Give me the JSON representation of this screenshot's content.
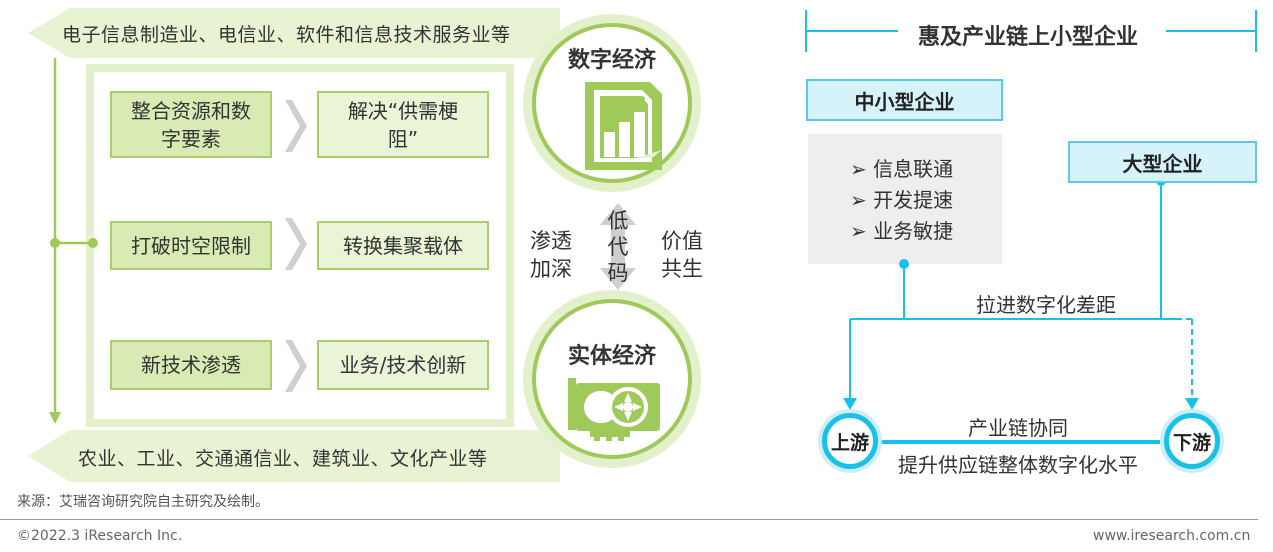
{
  "left": {
    "top_banner": "电子信息制造业、电信业、软件和信息技术服务业等",
    "bottom_banner": "农业、工业、交通通信业、建筑业、文化产业等",
    "rows": [
      {
        "from": "整合资源和数\n字要素",
        "to": "解决“供需梗\n阻”"
      },
      {
        "from": "打破时空限制",
        "to": "转换集聚载体"
      },
      {
        "from": "新技术渗透",
        "to": "业务/技术创新"
      }
    ],
    "digital_economy": {
      "title": "数字经济",
      "chart_numbers": [
        "1",
        "2",
        "3"
      ]
    },
    "real_economy": {
      "title": "实体经济"
    },
    "middle": {
      "left": "渗透\n加深",
      "center": "低\n代\n码",
      "right": "价值\n共生"
    }
  },
  "right": {
    "title": "惠及产业链上小型企业",
    "sme_label": "中小型企业",
    "sme_benefits": [
      "信息联通",
      "开发提速",
      "业务敏捷"
    ],
    "large_label": "大型企业",
    "gap_label": "拉进数字化差距",
    "upstream": "上游",
    "downstream": "下游",
    "chain_label": "产业链协同",
    "chain_sub": "提升供应链整体数字化水平"
  },
  "source": "来源：艾瑞咨询研究院自主研究及绘制。",
  "footer": {
    "copyright": "©2022.3 iResearch Inc.",
    "website": "www.iresearch.com.cn"
  },
  "colors": {
    "green_dark": "#9fca5a",
    "green_light": "#e8f3d4",
    "cyan": "#19c1e8",
    "grey_box": "#eeeeee"
  }
}
